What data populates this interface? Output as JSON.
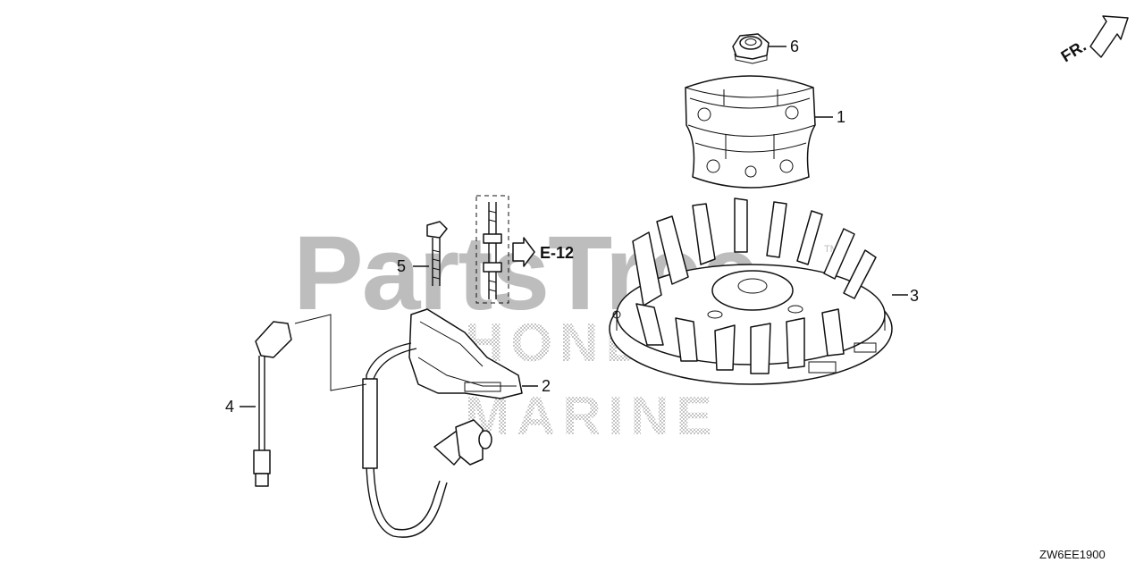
{
  "watermark": {
    "brand": "PartsTree",
    "line2": "HONDA",
    "line3": "MARINE",
    "trademark": "TM"
  },
  "callouts": {
    "p1": "1",
    "p2": "2",
    "p3": "3",
    "p4": "4",
    "p5": "5",
    "p6": "6"
  },
  "reference": "E-12",
  "direction": "FR.",
  "diagram_code": "ZW6EE1900"
}
